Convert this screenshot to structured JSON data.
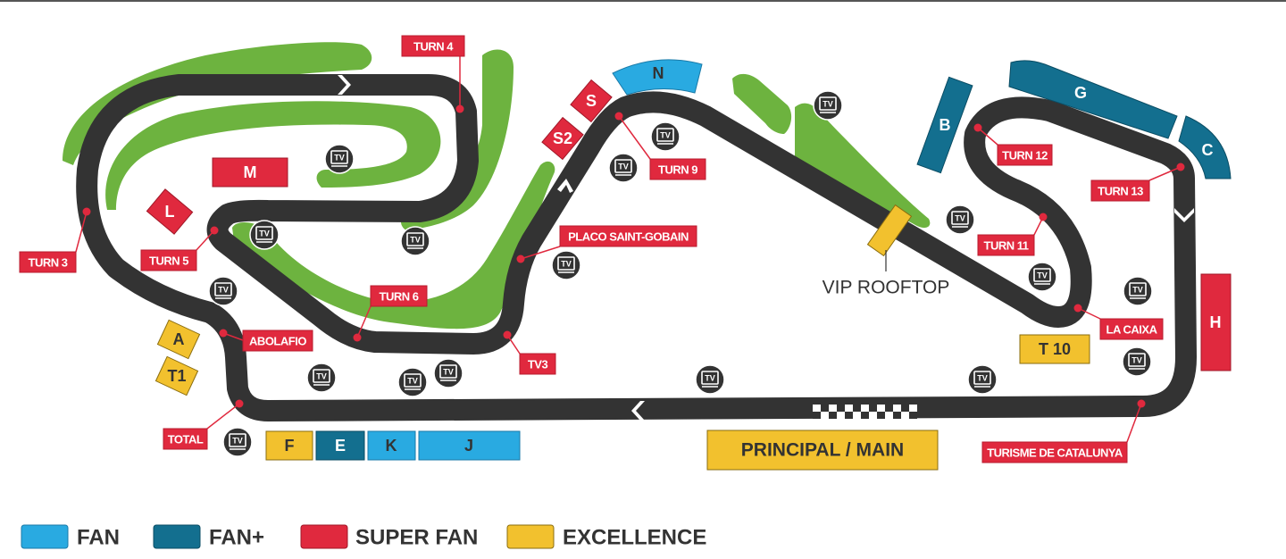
{
  "colors": {
    "track": "#333333",
    "grass": "#6db33f",
    "fan": "#29aae1",
    "fan_plus": "#136f8f",
    "super_fan": "#e0293e",
    "excellence": "#f2c12e",
    "label_bg": "#e0293e"
  },
  "corners": [
    "TURN 4",
    "TURN 3",
    "TURN 5",
    "ABOLAFIO",
    "TURN 6",
    "TV3",
    "PLACO SAINT-GOBAIN",
    "TURN 9",
    "TURN 12",
    "TURN 13",
    "TURN 11",
    "LA CAIXA",
    "TURISME DE CATALUNYA",
    "TOTAL"
  ],
  "grandstands": {
    "M": "M",
    "L": "L",
    "S2": "S2",
    "S": "S",
    "N": "N",
    "B": "B",
    "G": "G",
    "C": "C",
    "H": "H",
    "T10": "T 10",
    "A": "A",
    "T1": "T1",
    "F": "F",
    "E": "E",
    "K": "K",
    "J": "J",
    "main": "PRINCIPAL / MAIN",
    "vip": "VIP ROOFTOP"
  },
  "tv_icon": {
    "icon": "tv-screen-icon",
    "label": "TV"
  },
  "legend": [
    {
      "label": "FAN",
      "color": "#29aae1"
    },
    {
      "label": "FAN+",
      "color": "#136f8f"
    },
    {
      "label": "SUPER FAN",
      "color": "#e0293e"
    },
    {
      "label": "EXCELLENCE",
      "color": "#f2c12e"
    }
  ]
}
